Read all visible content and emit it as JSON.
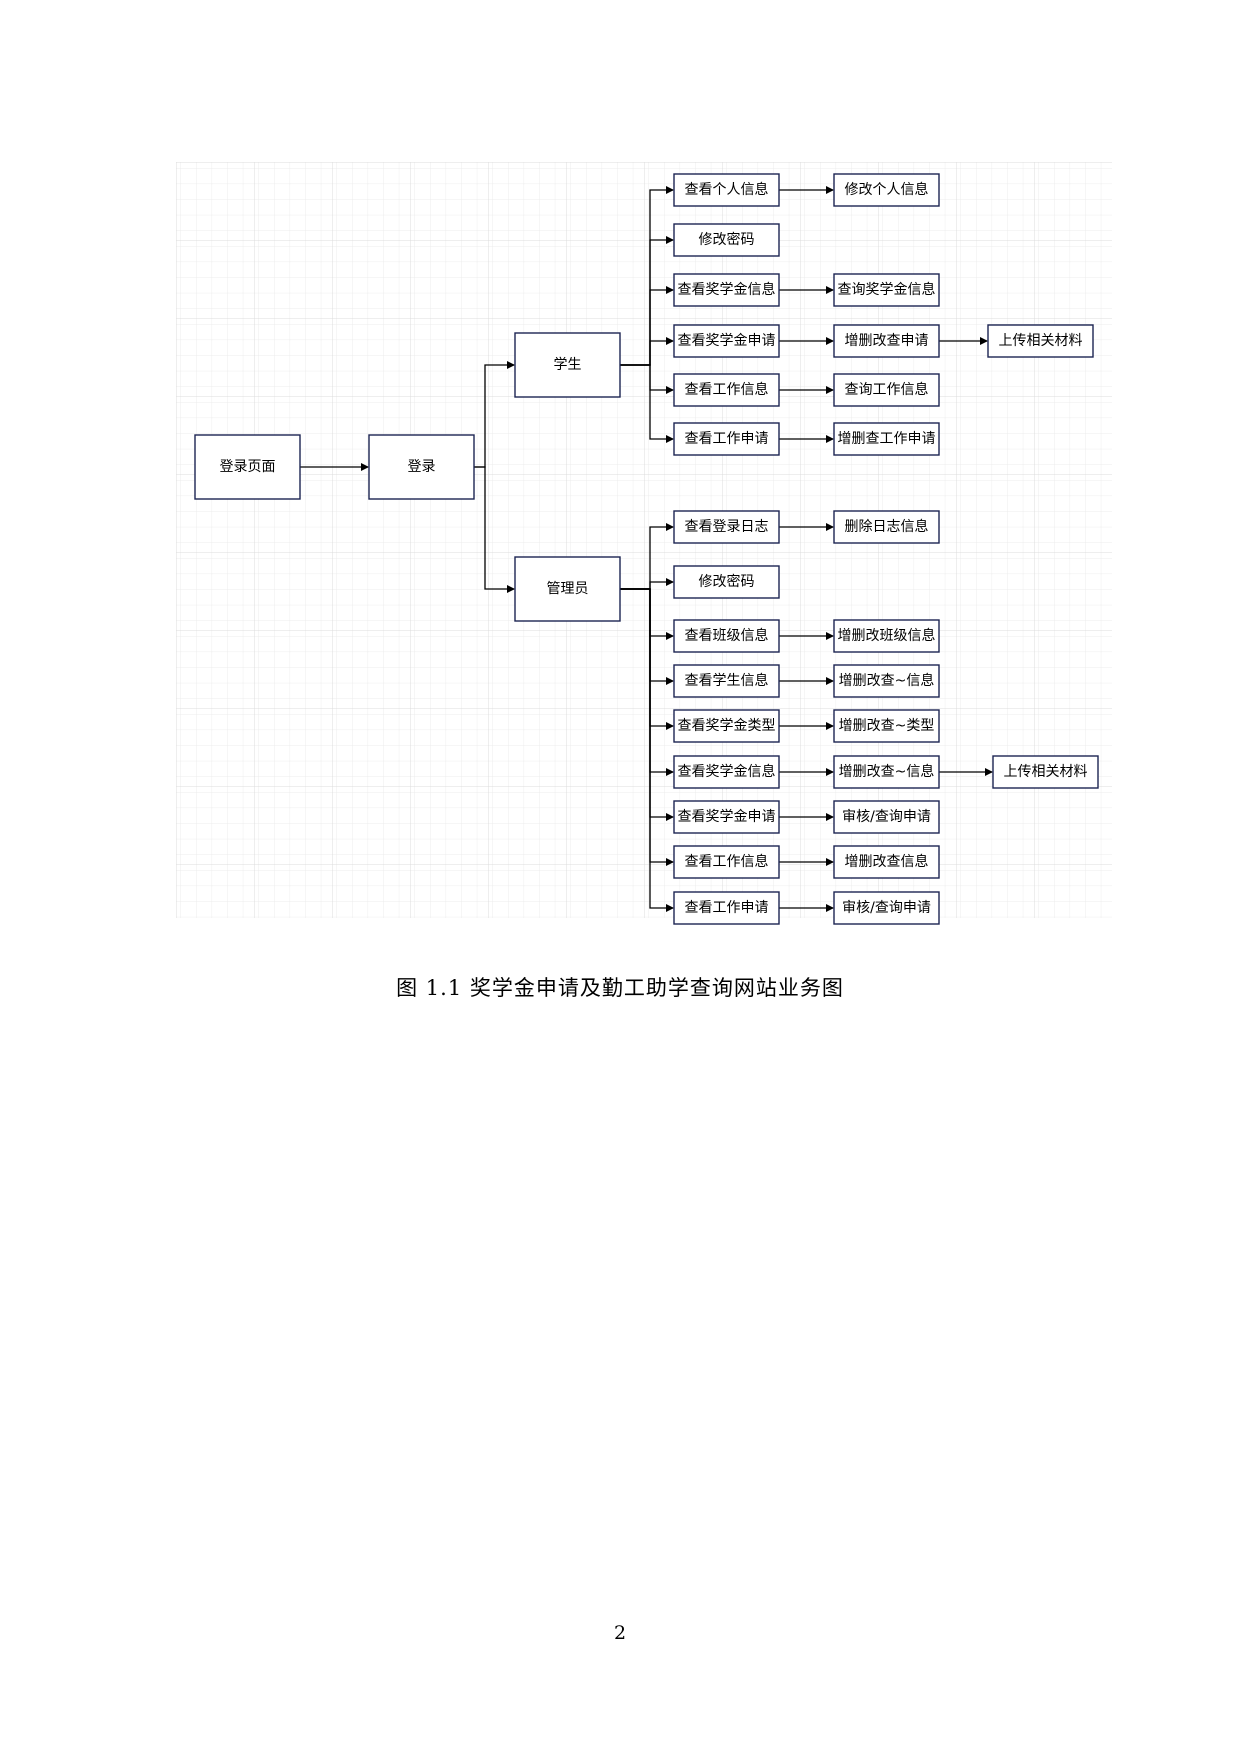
{
  "figure": {
    "caption": "图 1.1 奖学金申请及勤工助学查询网站业务图",
    "nodes": [
      {
        "id": "login_page",
        "label": "登录页面"
      },
      {
        "id": "login",
        "label": "登录"
      },
      {
        "id": "student",
        "label": "学生"
      },
      {
        "id": "admin",
        "label": "管理员"
      },
      {
        "id": "s1",
        "label": "查看个人信息"
      },
      {
        "id": "s1b",
        "label": "修改个人信息"
      },
      {
        "id": "s2",
        "label": "修改密码"
      },
      {
        "id": "s3",
        "label": "查看奖学金信息"
      },
      {
        "id": "s3b",
        "label": "查询奖学金信息"
      },
      {
        "id": "s4",
        "label": "查看奖学金申请"
      },
      {
        "id": "s4b",
        "label": "增删改查申请"
      },
      {
        "id": "s4c",
        "label": "上传相关材料"
      },
      {
        "id": "s5",
        "label": "查看工作信息"
      },
      {
        "id": "s5b",
        "label": "查询工作信息"
      },
      {
        "id": "s6",
        "label": "查看工作申请"
      },
      {
        "id": "s6b",
        "label": "增删查工作申请"
      },
      {
        "id": "a1",
        "label": "查看登录日志"
      },
      {
        "id": "a1b",
        "label": "删除日志信息"
      },
      {
        "id": "a2",
        "label": "修改密码"
      },
      {
        "id": "a3",
        "label": "查看班级信息"
      },
      {
        "id": "a3b",
        "label": "增删改班级信息"
      },
      {
        "id": "a4",
        "label": "查看学生信息"
      },
      {
        "id": "a4b",
        "label": "增删改查~信息"
      },
      {
        "id": "a5",
        "label": "查看奖学金类型"
      },
      {
        "id": "a5b",
        "label": "增删改查~类型"
      },
      {
        "id": "a6",
        "label": "查看奖学金信息"
      },
      {
        "id": "a6b",
        "label": "增删改查~信息"
      },
      {
        "id": "a6c",
        "label": "上传相关材料"
      },
      {
        "id": "a7",
        "label": "查看奖学金申请"
      },
      {
        "id": "a7b",
        "label": "审核/查询申请"
      },
      {
        "id": "a8",
        "label": "查看工作信息"
      },
      {
        "id": "a8b",
        "label": "增删改查信息"
      },
      {
        "id": "a9",
        "label": "查看工作申请"
      },
      {
        "id": "a9b",
        "label": "审核/查询申请"
      }
    ],
    "edges": [
      [
        "login_page",
        "login"
      ],
      [
        "login",
        "student"
      ],
      [
        "login",
        "admin"
      ],
      [
        "student",
        "s1"
      ],
      [
        "student",
        "s2"
      ],
      [
        "student",
        "s3"
      ],
      [
        "student",
        "s4"
      ],
      [
        "student",
        "s5"
      ],
      [
        "student",
        "s6"
      ],
      [
        "s1",
        "s1b"
      ],
      [
        "s3",
        "s3b"
      ],
      [
        "s4",
        "s4b"
      ],
      [
        "s4b",
        "s4c"
      ],
      [
        "s5",
        "s5b"
      ],
      [
        "s6",
        "s6b"
      ],
      [
        "admin",
        "a1"
      ],
      [
        "admin",
        "a2"
      ],
      [
        "admin",
        "a3"
      ],
      [
        "admin",
        "a4"
      ],
      [
        "admin",
        "a5"
      ],
      [
        "admin",
        "a6"
      ],
      [
        "admin",
        "a7"
      ],
      [
        "admin",
        "a8"
      ],
      [
        "admin",
        "a9"
      ],
      [
        "a1",
        "a1b"
      ],
      [
        "a3",
        "a3b"
      ],
      [
        "a4",
        "a4b"
      ],
      [
        "a5",
        "a5b"
      ],
      [
        "a6",
        "a6b"
      ],
      [
        "a6b",
        "a6c"
      ],
      [
        "a7",
        "a7b"
      ],
      [
        "a8",
        "a8b"
      ],
      [
        "a9",
        "a9b"
      ]
    ]
  },
  "page_number": "2"
}
